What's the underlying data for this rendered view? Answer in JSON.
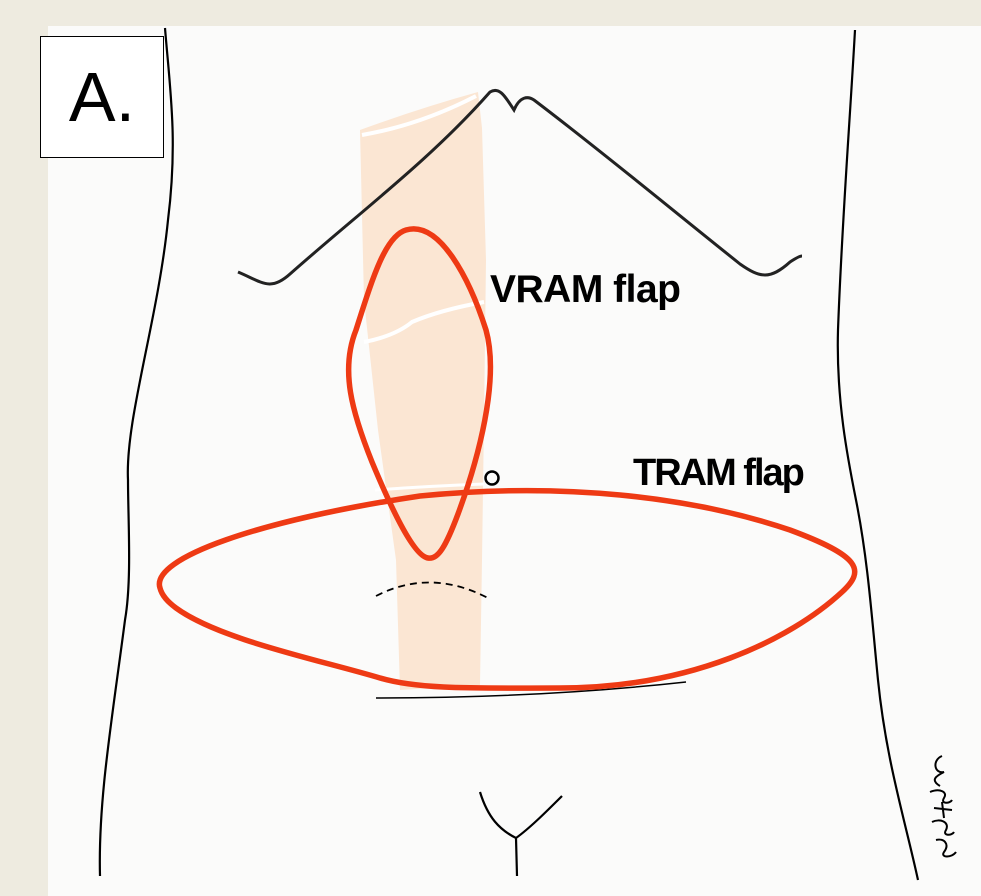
{
  "panel_label": "A.",
  "labels": {
    "vram": "VRAM flap",
    "tram": "TRAM flap"
  },
  "signature_text": "Patel",
  "colors": {
    "background": "#eeebe0",
    "panel": "#fbfbfa",
    "flap_outline": "#ee3a14",
    "rectus_muscle": "#fbe6d3",
    "body_outline": "#000000"
  }
}
